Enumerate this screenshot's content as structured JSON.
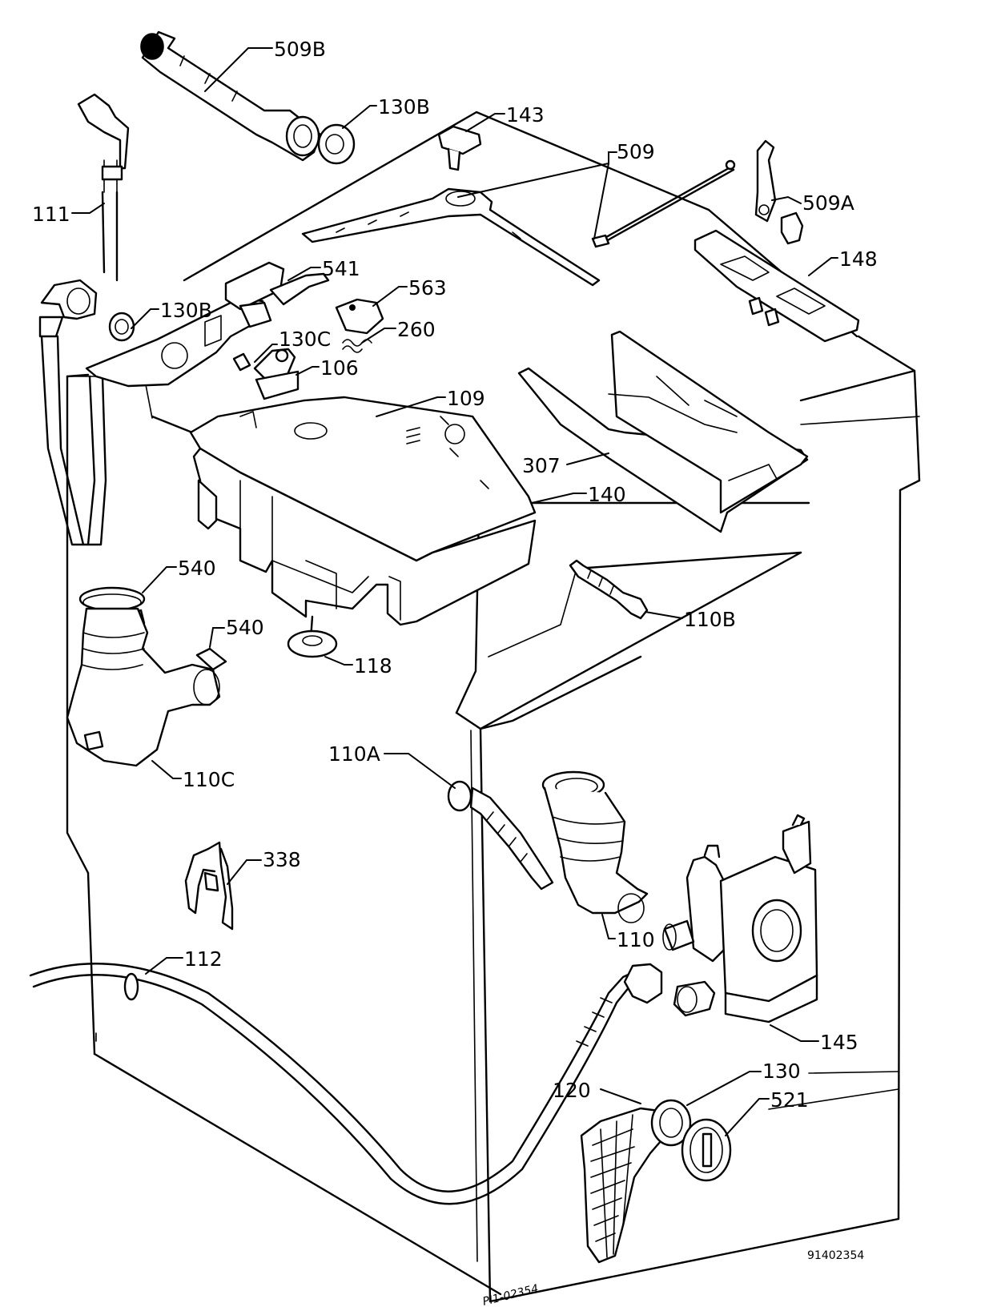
{
  "callouts": {
    "p509b": "509B",
    "p130b_top": "130B",
    "p143": "143",
    "p509": "509",
    "p509a": "509A",
    "p111": "111",
    "p541": "541",
    "p563": "563",
    "p148": "148",
    "p130b_mid": "130B",
    "p260": "260",
    "p130c": "130C",
    "p106": "106",
    "p109": "109",
    "p307": "307",
    "p140": "140",
    "p540_a": "540",
    "p540_b": "540",
    "p110b": "110B",
    "p118": "118",
    "p110c": "110C",
    "p110a": "110A",
    "p338": "338",
    "p110": "110",
    "p112": "112",
    "p145": "145",
    "p130": "130",
    "p120": "120",
    "p521": "521"
  },
  "drawing_code": "91402354",
  "handwritten_ref": "PI1-02354"
}
